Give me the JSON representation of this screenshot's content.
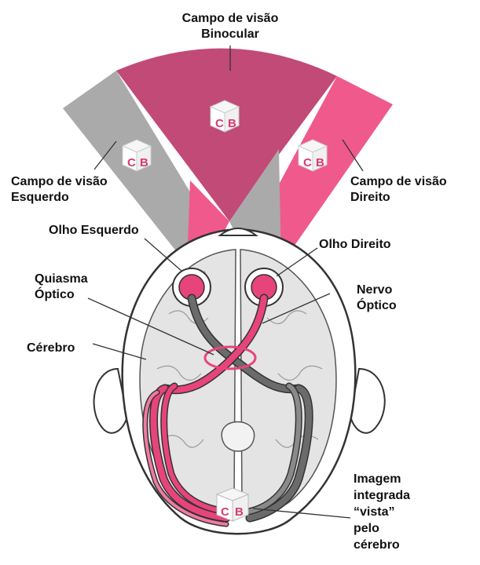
{
  "labels": {
    "binocular": [
      "Campo de visão",
      "Binocular"
    ],
    "left_field": [
      "Campo de visão",
      "Esquerdo"
    ],
    "right_field": [
      "Campo de visão",
      "Direito"
    ],
    "left_eye": "Olho Esquerdo",
    "right_eye": "Olho Direito",
    "chiasm": [
      "Quiasma",
      "Óptico"
    ],
    "optic_nerve": [
      "Nervo",
      "Óptico"
    ],
    "brain": "Cérebro",
    "integrated_image": [
      "Imagem",
      "integrada",
      "“vista”",
      "pelo",
      "cérebro"
    ]
  },
  "cube": {
    "left_face": "C",
    "right_face": "B"
  },
  "colors": {
    "binocular_field": "#c24a76",
    "right_field": "#f0598c",
    "left_field": "#aaaaaa",
    "pathway_pink": "#e8447c",
    "pathway_gray": "#6b6b6b",
    "brain_fill": "#e4e4e4",
    "outline": "#333333"
  }
}
